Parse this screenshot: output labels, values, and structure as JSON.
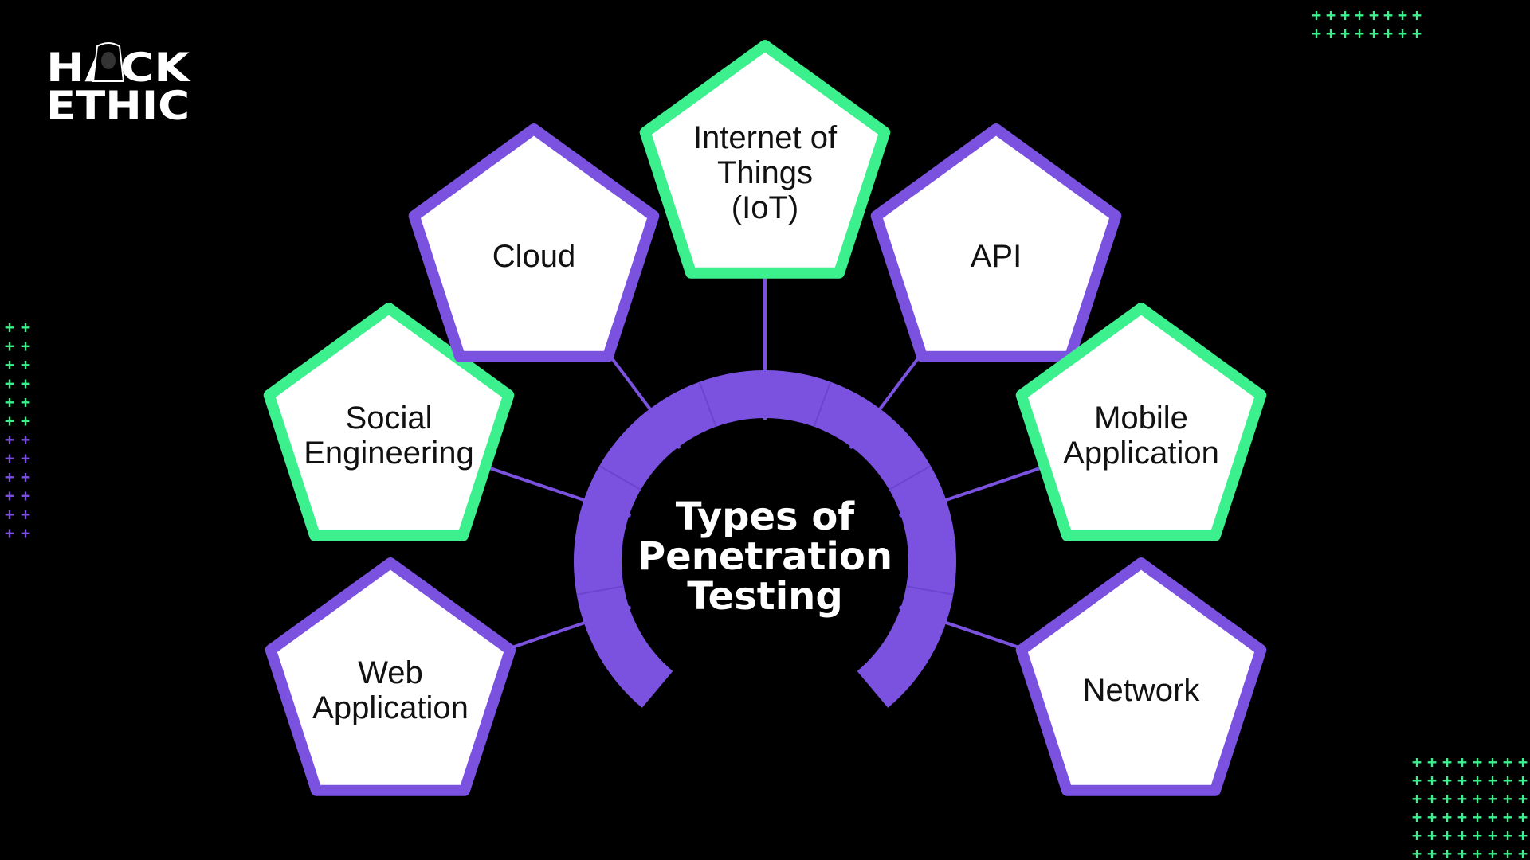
{
  "colors": {
    "background": "#000000",
    "purple": "#7B52E0",
    "green": "#3CF08E",
    "node_fill": "#FFFFFF",
    "node_text": "#111111",
    "center_text": "#FFFFFF"
  },
  "logo": {
    "line1": "HACK",
    "line2": "ETHIC",
    "icon": "hooded-hacker-icon"
  },
  "center": {
    "title_lines": [
      "Types of",
      "Penetration",
      "Testing"
    ]
  },
  "nodes": [
    {
      "id": "web-application",
      "lines": [
        "Web",
        "Application"
      ],
      "border": "purple"
    },
    {
      "id": "social-engineering",
      "lines": [
        "Social",
        "Engineering"
      ],
      "border": "green"
    },
    {
      "id": "cloud",
      "lines": [
        "Cloud"
      ],
      "border": "purple"
    },
    {
      "id": "iot",
      "lines": [
        "Internet of",
        "Things",
        "(IoT)"
      ],
      "border": "green"
    },
    {
      "id": "api",
      "lines": [
        "API"
      ],
      "border": "purple"
    },
    {
      "id": "mobile-application",
      "lines": [
        "Mobile",
        "Application"
      ],
      "border": "green"
    },
    {
      "id": "network",
      "lines": [
        "Network"
      ],
      "border": "purple"
    }
  ],
  "decorations": {
    "plus_glyph": "+",
    "plus_grid_icon": "plus-pattern-icon"
  }
}
